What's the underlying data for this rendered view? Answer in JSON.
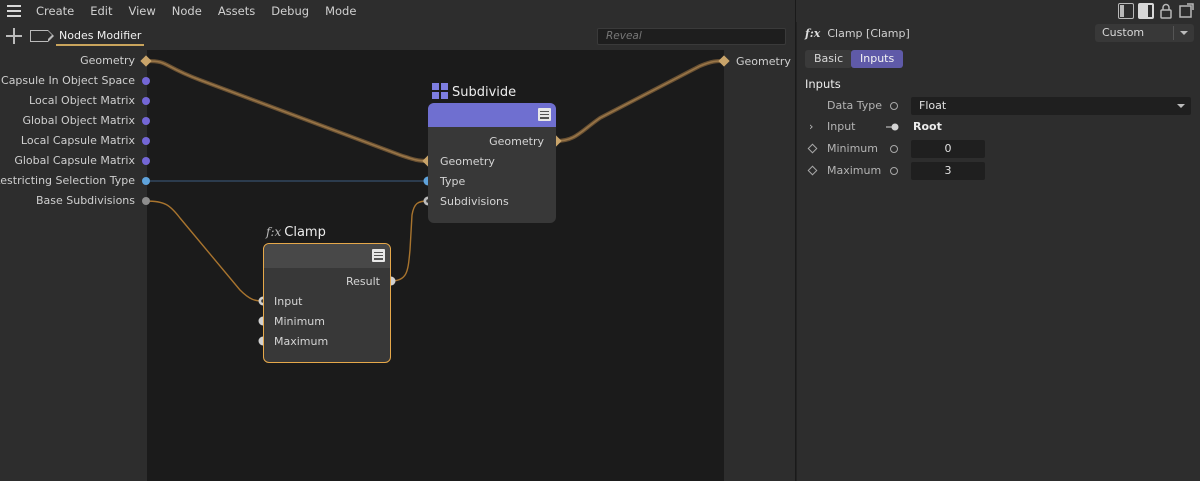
{
  "menubar": {
    "items": [
      "Create",
      "Edit",
      "View",
      "Node",
      "Assets",
      "Debug",
      "Mode"
    ]
  },
  "toolbar": {
    "tab_label": "Nodes Modifier",
    "search_placeholder": "Reveal"
  },
  "inputs_panel": {
    "ports": [
      {
        "label": "Geometry",
        "shape": "diamond",
        "color": "#c9a46a"
      },
      {
        "label": "Capsule In Object Space",
        "shape": "dot",
        "color": "#7467d6"
      },
      {
        "label": "Local Object Matrix",
        "shape": "dot",
        "color": "#7467d6"
      },
      {
        "label": "Global Object Matrix",
        "shape": "dot",
        "color": "#7467d6"
      },
      {
        "label": "Local Capsule Matrix",
        "shape": "dot",
        "color": "#7467d6"
      },
      {
        "label": "Global Capsule Matrix",
        "shape": "dot",
        "color": "#7467d6"
      },
      {
        "label": "Restricting Selection Type",
        "shape": "dot",
        "color": "#5fa3dc"
      },
      {
        "label": "Base Subdivisions",
        "shape": "dot",
        "color": "#8e8e8e"
      }
    ]
  },
  "outputs_panel": {
    "label": "Geometry",
    "color": "#c9a46a"
  },
  "subdivide_node": {
    "title": "Subdivide",
    "header_color": "#6f6fd0",
    "output": "Geometry",
    "inputs": [
      "Geometry",
      "Type",
      "Subdivisions"
    ]
  },
  "clamp_node": {
    "title_prefix": "f:x",
    "title": "Clamp",
    "border_color": "#e6a84a",
    "output": "Result",
    "inputs": [
      "Input",
      "Minimum",
      "Maximum"
    ]
  },
  "attributes": {
    "title_prefix": "f:x",
    "title": "Clamp [Clamp]",
    "preset": "Custom",
    "tabs": [
      {
        "label": "Basic",
        "active": false
      },
      {
        "label": "Inputs",
        "active": true
      }
    ],
    "section": "Inputs",
    "rows": {
      "data_type": {
        "label": "Data Type",
        "value": "Float"
      },
      "input": {
        "label": "Input",
        "value": "Root"
      },
      "minimum": {
        "label": "Minimum",
        "value": "0"
      },
      "maximum": {
        "label": "Maximum",
        "value": "3"
      }
    }
  },
  "wire_colors": {
    "geometry": "#8a6a3e",
    "type": "#37516e",
    "scalar": "#b07a2e"
  }
}
